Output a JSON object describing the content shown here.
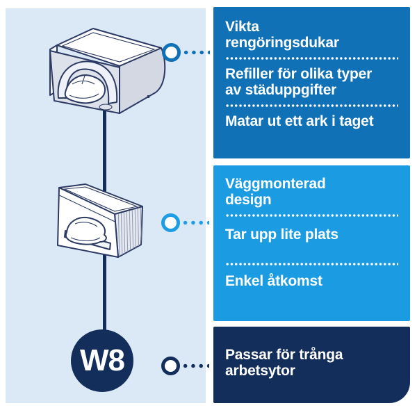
{
  "node": {
    "label": "W8"
  },
  "panels": [
    {
      "name": "product-features",
      "color": "#1171b7",
      "features": [
        {
          "lines": [
            "Vikta",
            "rengöringsdukar"
          ]
        },
        {
          "lines": [
            "Refiller för olika typer",
            "av städuppgifter"
          ]
        },
        {
          "lines": [
            "Matar ut ett ark i taget"
          ]
        }
      ]
    },
    {
      "name": "mounting-features",
      "color": "#1b9ce2",
      "features": [
        {
          "lines": [
            "Väggmonterad",
            "design"
          ]
        },
        {
          "lines": [
            "Tar upp lite plats"
          ]
        },
        {
          "lines": [
            "Enkel åtkomst"
          ]
        }
      ]
    },
    {
      "name": "system-feature",
      "color": "#132e5a",
      "features": [
        {
          "lines": [
            "Passar för trånga",
            "arbetsytor"
          ]
        }
      ]
    }
  ],
  "illustrations": [
    {
      "name": "countertop-wipe-dispenser"
    },
    {
      "name": "wall-mounted-wipe-dispenser"
    }
  ],
  "colors": {
    "navy": "#132e5a",
    "blue": "#1171b7",
    "light_blue": "#1b9ce2",
    "canvas": "#dbe9f7"
  }
}
